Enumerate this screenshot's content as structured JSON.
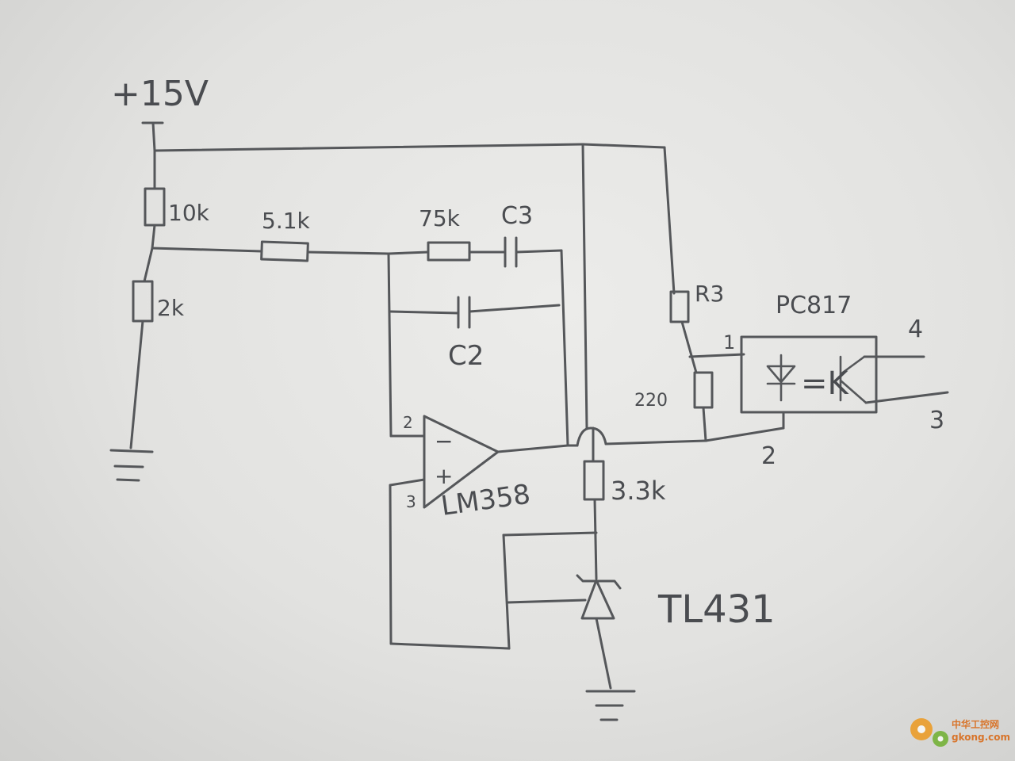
{
  "labels": {
    "supply": "+15V",
    "r_top": "10k",
    "r_bottom": "2k",
    "r_in": "5.1k",
    "r_fb": "75k",
    "c3": "C3",
    "c2": "C2",
    "pin2": "2",
    "pin3": "3",
    "minus": "−",
    "plus": "+",
    "opamp": "LM358",
    "r_led_a": "R3",
    "r_led_b": "220",
    "r_ref": "3.3k",
    "ref_ic": "TL431",
    "opto": "PC817",
    "opto_pin1": "1",
    "opto_pin2": "2",
    "opto_pin3": "3",
    "opto_pin4": "4",
    "opto_symbol": "=K"
  },
  "watermark": {
    "site_cn": "中华工控网",
    "site_url": "gkong.com"
  },
  "colors": {
    "ink": "#55575a",
    "paper": "#e6e6e4",
    "watermark": "#d8742a"
  }
}
